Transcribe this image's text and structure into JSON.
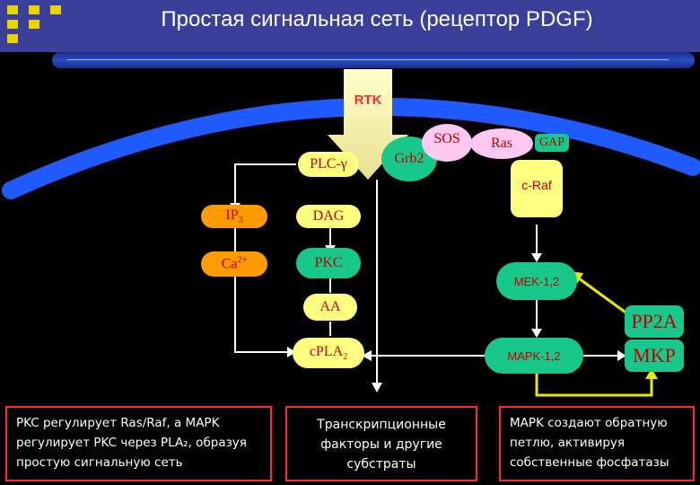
{
  "header": {
    "title": "Простая сигнальная сеть (рецептор PDGF)"
  },
  "nodes": {
    "rtk": "RTK",
    "plc": "PLC-γ",
    "grb2": "Grb2",
    "sos": "SOS",
    "ras": "Ras",
    "gap": "GAP",
    "craf": "c-Raf",
    "ip3": "IP",
    "ip3_sub": "3",
    "dag": "DAG",
    "ca": "Ca",
    "ca_sup": "2+",
    "pkc": "PKC",
    "mek": "MEK-1,2",
    "aa": "AA",
    "pp2a": "PP2A",
    "cpla2": "cPLA",
    "cpla2_sub": "2",
    "mapk": "MAPK-1,2",
    "mkp": "MKP"
  },
  "captions": {
    "left": "PKC регулирует Ras/Raf, а MAPK регулирует PKC через PLA₂, образуя простую сигнальную сеть",
    "middle": "Транскрипционные факторы и другие субстраты",
    "right": "MAPK создают обратную петлю, активируя собственные фосфатазы"
  },
  "colors": {
    "background": "#000000",
    "header": "#3a3f9a",
    "membrane": "#1f5bff",
    "orange": "#ff9a00",
    "yellow": "#ffff80",
    "green": "#18c88a",
    "pink": "#ffc8f0",
    "caption_border": "#ff2a2a"
  }
}
